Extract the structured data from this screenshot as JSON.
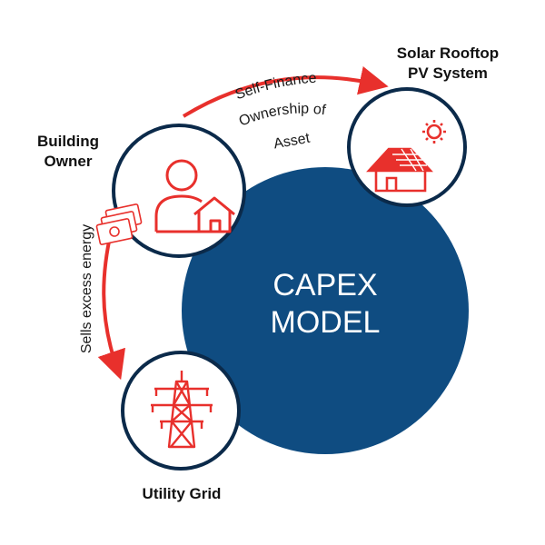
{
  "nodes": {
    "building_owner": {
      "line1": "Building",
      "line2": "Owner"
    },
    "solar": {
      "line1": "Solar Rooftop",
      "line2": "PV System"
    },
    "utility_grid": {
      "label": "Utility Grid"
    }
  },
  "core": {
    "line1": "CAPEX",
    "line2": "MODEL"
  },
  "flows": {
    "self_finance": "Self-Finance",
    "ownership_line1": "Ownership of",
    "ownership_line2": "Asset",
    "sells_excess": "Sells excess energy"
  },
  "icons": {
    "building_owner": "person-house-icon",
    "solar": "solar-house-icon",
    "utility_grid": "transmission-tower-icon",
    "money": "money-icon"
  },
  "colors": {
    "core_fill": "#0f4c81",
    "node_border": "#0b2a4a",
    "accent_red": "#e8302c"
  }
}
